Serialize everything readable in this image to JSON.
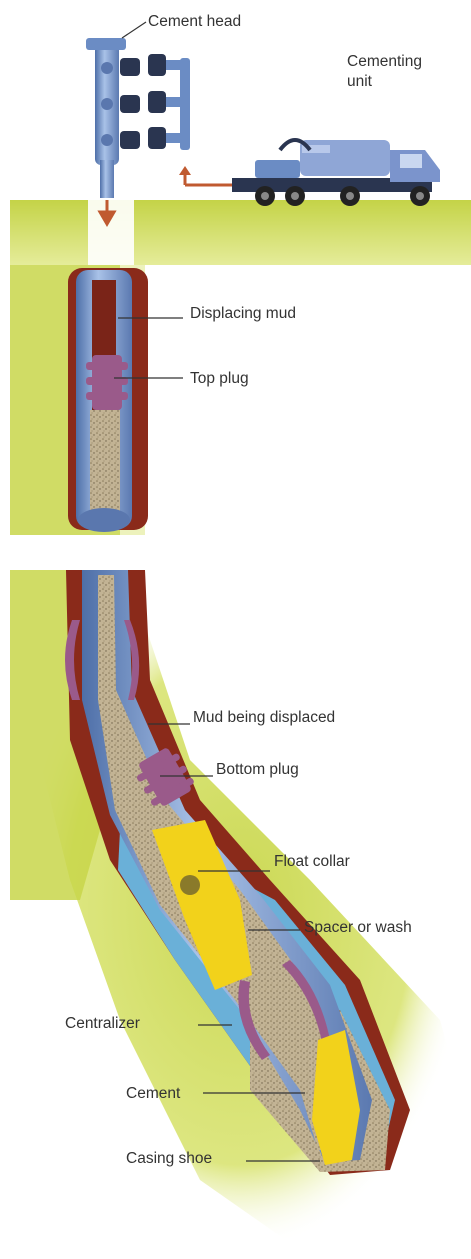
{
  "labels": {
    "cement_head": "Cement head",
    "cementing_unit_line1": "Cementing",
    "cementing_unit_line2": "unit",
    "displacing_mud": "Displacing mud",
    "top_plug": "Top plug",
    "mud_being_displaced": "Mud being displaced",
    "bottom_plug": "Bottom plug",
    "float_collar": "Float collar",
    "spacer_or_wash": "Spacer or wash",
    "centralizer": "Centralizer",
    "cement": "Cement",
    "casing_shoe": "Casing shoe"
  },
  "colors": {
    "ground": "#c8d64a",
    "mud": "#8a2a1a",
    "casing": "#7f9fd0",
    "plug": "#9a5a8a",
    "cement_slurry": "#b8a98a",
    "spacer": "#6ab0d8",
    "float_collar": "#f2d21b",
    "arrow": "#c05a30"
  },
  "icons": {
    "cement_head": "cement-head-icon",
    "truck": "cementing-truck-icon"
  }
}
